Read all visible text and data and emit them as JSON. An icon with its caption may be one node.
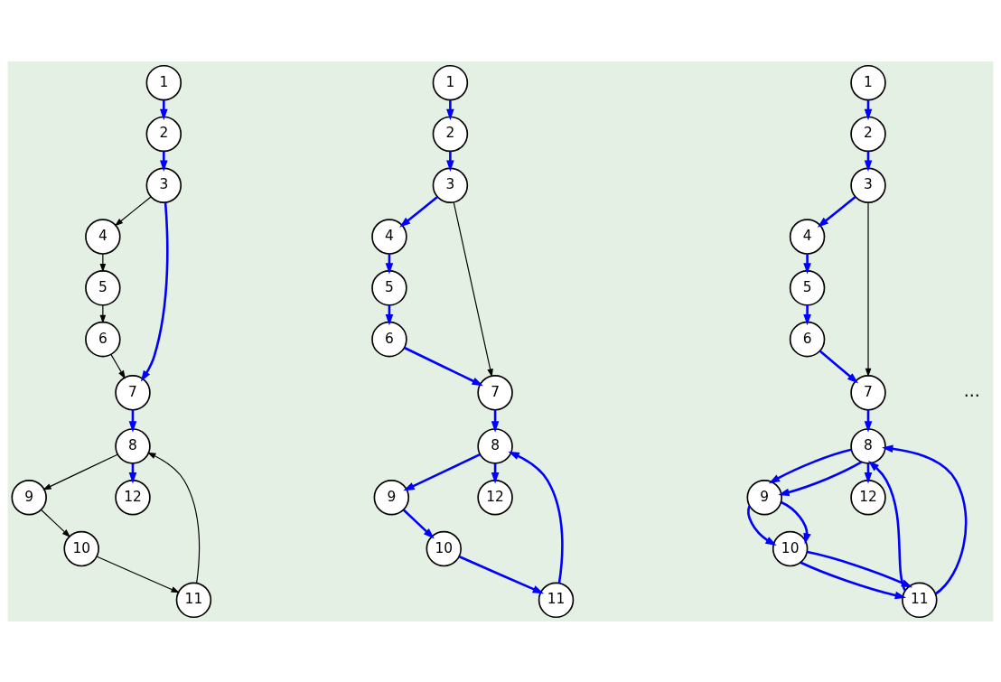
{
  "diagram": {
    "nodes": [
      {
        "text": [
          "1"
        ]
      },
      {
        "text": [
          "2"
        ]
      },
      {
        "text": [
          "3"
        ]
      },
      {
        "text": [
          "4"
        ]
      },
      {
        "text": [
          "5"
        ]
      },
      {
        "text": [
          "6"
        ]
      },
      {
        "text": [
          "7"
        ]
      },
      {
        "text": [
          "8"
        ]
      },
      {
        "text": [
          "9"
        ]
      },
      {
        "text": [
          "10"
        ]
      },
      {
        "text": [
          "11"
        ]
      },
      {
        "text": [
          "12"
        ]
      },
      {
        "text": [
          "1"
        ]
      },
      {
        "text": [
          "2"
        ]
      },
      {
        "text": [
          "3"
        ]
      },
      {
        "text": [
          "4"
        ]
      },
      {
        "text": [
          "5"
        ]
      },
      {
        "text": [
          "6"
        ]
      },
      {
        "text": [
          "7"
        ]
      },
      {
        "text": [
          "8"
        ]
      },
      {
        "text": [
          "9"
        ]
      },
      {
        "text": [
          "10"
        ]
      },
      {
        "text": [
          "11"
        ]
      },
      {
        "text": [
          "12"
        ]
      },
      {
        "text": [
          "1"
        ]
      },
      {
        "text": [
          "2"
        ]
      },
      {
        "text": [
          "3"
        ]
      },
      {
        "text": [
          "4"
        ]
      },
      {
        "text": [
          "5"
        ]
      },
      {
        "text": [
          "6"
        ]
      },
      {
        "text": [
          "7"
        ]
      },
      {
        "text": [
          "8"
        ]
      },
      {
        "text": [
          "9"
        ]
      },
      {
        "text": [
          "10"
        ]
      },
      {
        "text": [
          "11"
        ]
      },
      {
        "text": [
          "12"
        ]
      }
    ],
    "edges": [
      {
        "from": 0,
        "to": 1,
        "arrow": "to"
      },
      {
        "from": 1,
        "to": 2,
        "arrow": "to"
      },
      {
        "from": 2,
        "to": 3,
        "arrow": "to",
        "color": "#000000"
      },
      {
        "from": 3,
        "to": 4,
        "arrow": "to",
        "color": "#000000"
      },
      {
        "from": 4,
        "to": 5,
        "arrow": "to",
        "color": "#000000"
      },
      {
        "from": 5,
        "to": 6,
        "arrow": "to",
        "color": "#000000"
      },
      {
        "from": 2,
        "to": 6,
        "arrow": "to"
      },
      {
        "from": 6,
        "to": 7,
        "arrow": "to"
      },
      {
        "from": 7,
        "to": 8,
        "arrow": "to",
        "color": "#000000"
      },
      {
        "from": 8,
        "to": 9,
        "arrow": "to",
        "color": "#000000"
      },
      {
        "from": 9,
        "to": 10,
        "arrow": "to",
        "color": "#000000"
      },
      {
        "from": 10,
        "to": 7,
        "arrow": "to",
        "color": "#000000"
      },
      {
        "from": 7,
        "to": 11,
        "arrow": "to"
      },
      {
        "from": 12,
        "to": 13,
        "arrow": "to"
      },
      {
        "from": 13,
        "to": 14,
        "arrow": "to"
      },
      {
        "from": 14,
        "to": 15,
        "arrow": "to"
      },
      {
        "from": 15,
        "to": 16,
        "arrow": "to"
      },
      {
        "from": 16,
        "to": 17,
        "arrow": "to"
      },
      {
        "from": 17,
        "to": 18,
        "arrow": "to"
      },
      {
        "from": 14,
        "to": 18,
        "arrow": "to",
        "color": "#000000"
      },
      {
        "from": 18,
        "to": 19,
        "arrow": "to"
      },
      {
        "from": 19,
        "to": 20,
        "arrow": "to"
      },
      {
        "from": 20,
        "to": 21,
        "arrow": "to"
      },
      {
        "from": 21,
        "to": 22,
        "arrow": "to"
      },
      {
        "from": 22,
        "to": 19,
        "arrow": "to"
      },
      {
        "from": 19,
        "to": 23,
        "arrow": "to"
      },
      {
        "from": 24,
        "to": 25,
        "arrow": "to"
      },
      {
        "from": 25,
        "to": 26,
        "arrow": "to"
      },
      {
        "from": 26,
        "to": 27,
        "arrow": "to"
      },
      {
        "from": 27,
        "to": 28,
        "arrow": "to"
      },
      {
        "from": 28,
        "to": 29,
        "arrow": "to"
      },
      {
        "from": 29,
        "to": 30,
        "arrow": "to"
      },
      {
        "from": 26,
        "to": 30,
        "arrow": "to",
        "color": "#000000"
      },
      {
        "from": 30,
        "to": 31,
        "arrow": "to"
      },
      {
        "from": 31,
        "to": 32,
        "arrow": "to"
      },
      {
        "from": 31,
        "to": 32,
        "arrow": "to"
      },
      {
        "from": 32,
        "to": 33,
        "arrow": "to"
      },
      {
        "from": 32,
        "to": 33,
        "arrow": "to"
      },
      {
        "from": 33,
        "to": 34,
        "arrow": "to"
      },
      {
        "from": 33,
        "to": 34,
        "arrow": "to"
      },
      {
        "from": 34,
        "to": 31,
        "arrow": "to"
      },
      {
        "from": 34,
        "to": 31,
        "arrow": "to"
      },
      {
        "from": 31,
        "to": 35,
        "arrow": "to"
      }
    ],
    "labels": [
      "..."
    ]
  }
}
